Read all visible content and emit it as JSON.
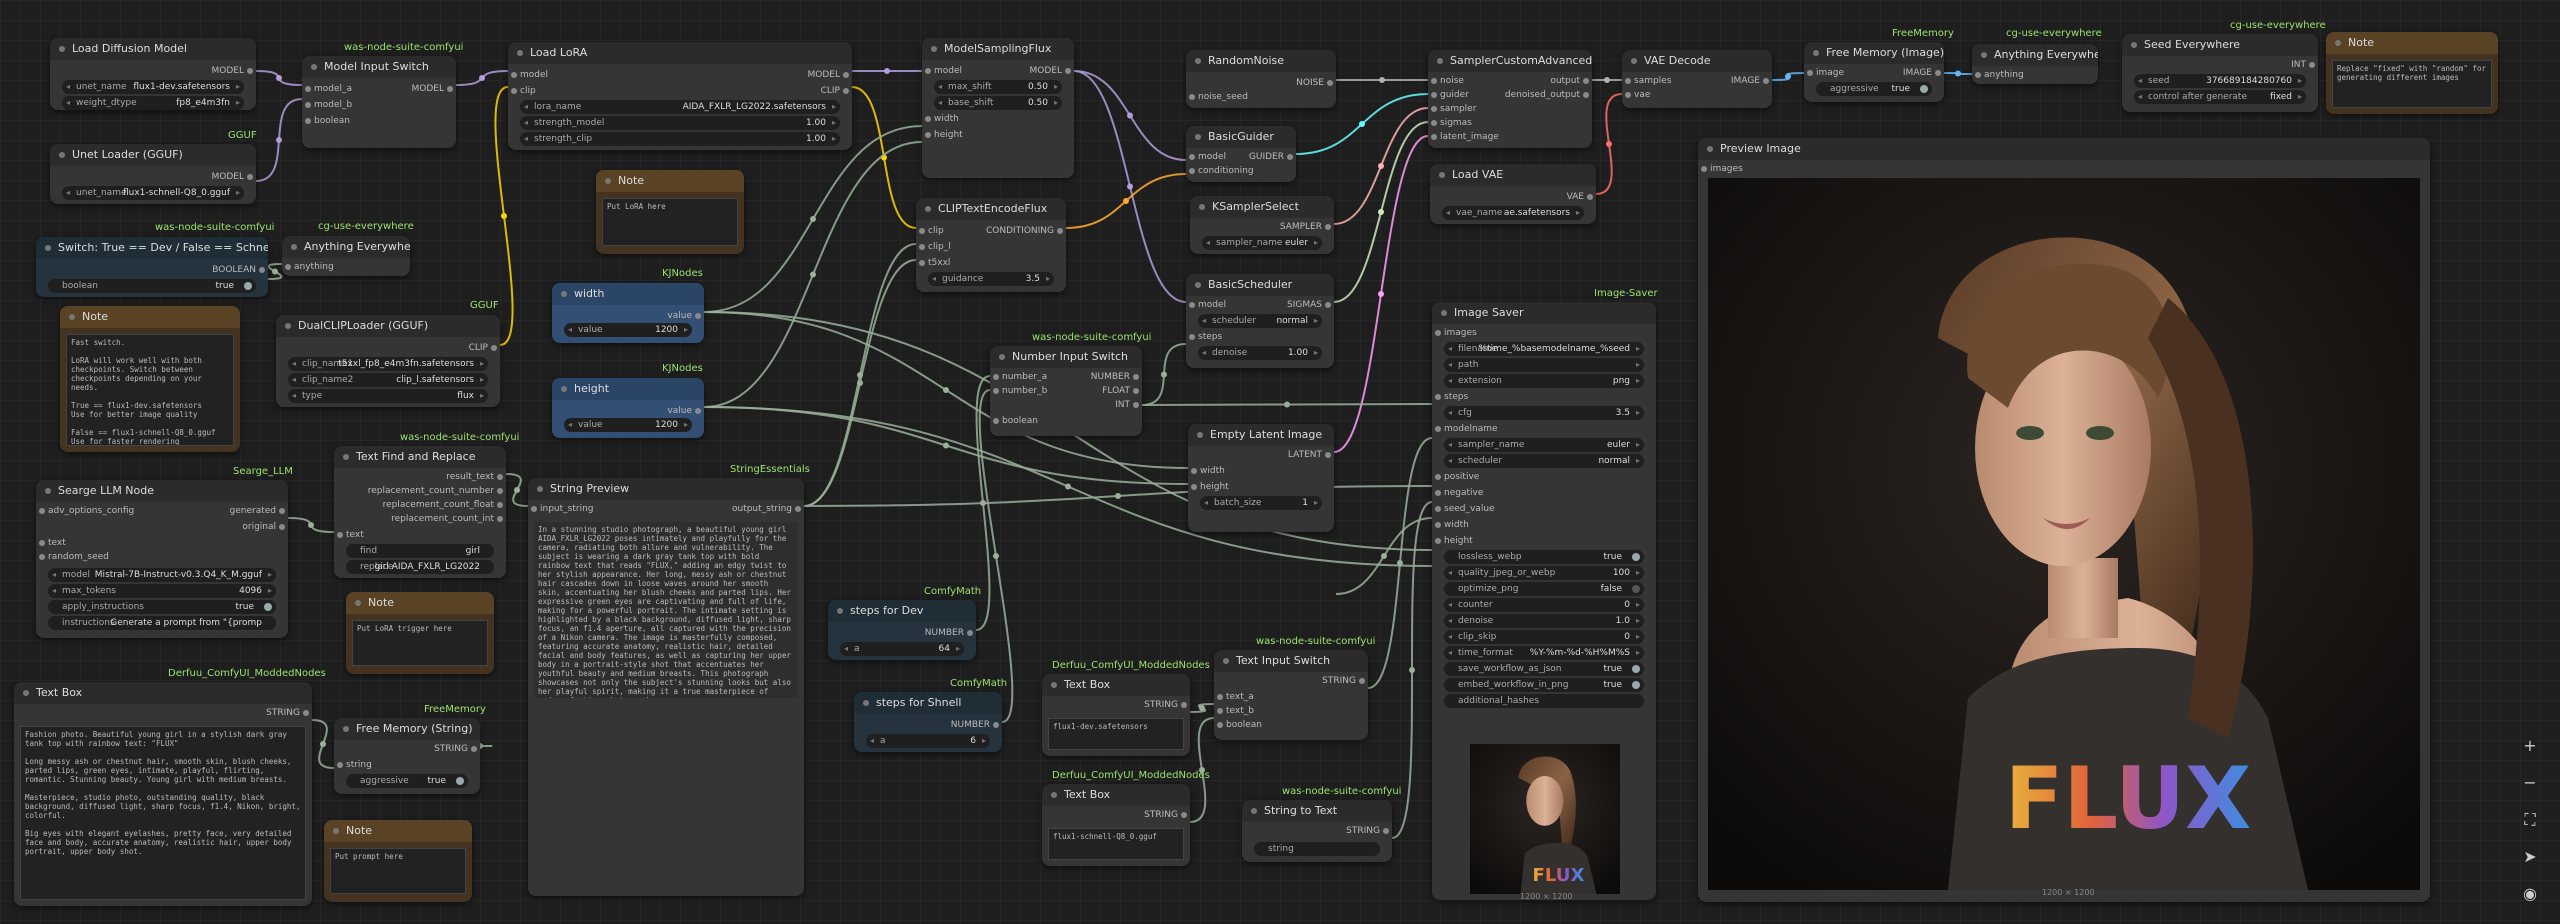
{
  "nodes": {
    "load_diffusion": {
      "title": "Load Diffusion Model",
      "out_model": "MODEL",
      "unet_name_l": "unet_name",
      "unet_name_v": "flux1-dev.safetensors",
      "weight_dtype_l": "weight_dtype",
      "weight_dtype_v": "fp8_e4m3fn"
    },
    "model_input_switch": {
      "badge": "was-node-suite-comfyui",
      "title": "Model Input Switch",
      "in_a": "model_a",
      "in_b": "model_b",
      "in_bool": "boolean",
      "out": "MODEL"
    },
    "unet_gguf": {
      "badge": "GGUF",
      "title": "Unet Loader (GGUF)",
      "out": "MODEL",
      "unet_l": "unet_name",
      "unet_v": "flux1-schnell-Q8_0.gguf"
    },
    "switch_dev": {
      "badge": "was-node-suite-comfyui",
      "title": "Switch: True == Dev / False == Schnell",
      "out": "BOOLEAN",
      "val_l": "boolean",
      "val_v": "true"
    },
    "anything1": {
      "badge": "cg-use-everywhere",
      "title": "Anything Everywhere",
      "in": "anything"
    },
    "note_fast": {
      "title": "Note",
      "text": "Fast switch.\n\nLoRA will work well with both checkpoints. Switch between checkpoints depending on your needs.\n\nTrue == flux1-dev.safetensors\nUse for better image quality\n\nFalse == flux1-schnell-Q8_0.gguf\nUse for faster rendering"
    },
    "dualclip": {
      "badge": "GGUF",
      "title": "DualCLIPLoader (GGUF)",
      "out": "CLIP",
      "c1_l": "clip_name1",
      "c1_v": "t5xxl_fp8_e4m3fn.safetensors",
      "c2_l": "clip_name2",
      "c2_v": "clip_l.safetensors",
      "type_l": "type",
      "type_v": "flux"
    },
    "load_lora": {
      "title": "Load LoRA",
      "in_model": "model",
      "in_clip": "clip",
      "out_model": "MODEL",
      "out_clip": "CLIP",
      "lora_l": "lora_name",
      "lora_v": "AIDA_FXLR_LG2022.safetensors",
      "sm_l": "strength_model",
      "sm_v": "1.00",
      "sc_l": "strength_clip",
      "sc_v": "1.00"
    },
    "note_lora": {
      "title": "Note",
      "text": "Put LoRA here"
    },
    "model_sampling": {
      "title": "ModelSamplingFlux",
      "in_model": "model",
      "in_width": "width",
      "in_height": "height",
      "out": "MODEL",
      "ms_l": "max_shift",
      "ms_v": "0.50",
      "bs_l": "base_shift",
      "bs_v": "0.50"
    },
    "clip_encode": {
      "title": "CLIPTextEncodeFlux",
      "in_clip": "clip",
      "in_clip_l": "clip_l",
      "in_t5": "t5xxl",
      "out": "CONDITIONING",
      "g_l": "guidance",
      "g_v": "3.5"
    },
    "width": {
      "badge": "KJNodes",
      "title": "width",
      "out": "value",
      "val_l": "value",
      "val_v": "1200"
    },
    "height": {
      "badge": "KJNodes",
      "title": "height",
      "out": "value",
      "val_l": "value",
      "val_v": "1200"
    },
    "random_noise": {
      "title": "RandomNoise",
      "out": "NOISE",
      "in": "noise_seed"
    },
    "basic_guider": {
      "title": "BasicGuider",
      "in_model": "model",
      "in_cond": "conditioning",
      "out": "GUIDER"
    },
    "ksampler_select": {
      "title": "KSamplerSelect",
      "out": "SAMPLER",
      "s_l": "sampler_name",
      "s_v": "euler"
    },
    "basic_scheduler": {
      "title": "BasicScheduler",
      "in_model": "model",
      "in_steps": "steps",
      "out": "SIGMAS",
      "sch_l": "scheduler",
      "sch_v": "normal",
      "d_l": "denoise",
      "d_v": "1.00"
    },
    "sampler_custom": {
      "title": "SamplerCustomAdvanced",
      "in_noise": "noise",
      "in_guider": "guider",
      "in_sampler": "sampler",
      "in_sigmas": "sigmas",
      "in_latent": "latent_image",
      "out1": "output",
      "out2": "denoised_output"
    },
    "vae_decode": {
      "title": "VAE Decode",
      "in_samples": "samples",
      "in_vae": "vae",
      "out": "IMAGE"
    },
    "load_vae": {
      "title": "Load VAE",
      "out": "VAE",
      "v_l": "vae_name",
      "v_v": "ae.safetensors"
    },
    "free_memory_img": {
      "badge": "FreeMemory",
      "title": "Free Memory (Image)",
      "in": "image",
      "out": "IMAGE",
      "ag_l": "aggressive",
      "ag_v": "true"
    },
    "anything2": {
      "badge": "cg-use-everywhere",
      "title": "Anything Everywhere",
      "in": "anything"
    },
    "seed_everywhere": {
      "badge": "cg-use-everywhere",
      "title": "Seed Everywhere",
      "out": "INT",
      "seed_l": "seed",
      "seed_v": "376689184280760",
      "cag_l": "control after generate",
      "cag_v": "fixed"
    },
    "note_seed": {
      "title": "Note",
      "text": "Replace \"fixed\" with \"random\" for generating different images"
    },
    "preview": {
      "title": "Preview Image",
      "in": "images",
      "dims": "1200 × 1200"
    },
    "image_saver": {
      "badge": "Image-Saver",
      "title": "Image Saver",
      "in_images": "images",
      "fn_l": "filename",
      "fn_v": "%time_%basemodelname_%seed",
      "path_l": "path",
      "path_v": "",
      "ext_l": "extension",
      "ext_v": "png",
      "in_steps": "steps",
      "cfg_l": "cfg",
      "cfg_v": "3.5",
      "in_modelname": "modelname",
      "sn_l": "sampler_name",
      "sn_v": "euler",
      "sch_l": "scheduler",
      "sch_v": "normal",
      "in_pos": "positive",
      "in_neg": "negative",
      "in_seed": "seed_value",
      "in_width": "width",
      "in_height": "height",
      "lw_l": "lossless_webp",
      "lw_v": "true",
      "q_l": "quality_jpeg_or_webp",
      "q_v": "100",
      "op_l": "optimize_png",
      "op_v": "false",
      "cn_l": "counter",
      "cn_v": "0",
      "dn_l": "denoise",
      "dn_v": "1.0",
      "cs_l": "clip_skip",
      "cs_v": "0",
      "tf_l": "time_format",
      "tf_v": "%Y-%m-%d-%H%M%S",
      "sj_l": "save_workflow_as_json",
      "sj_v": "true",
      "ew_l": "embed_workflow_in_png",
      "ew_v": "true",
      "ah_l": "additional_hashes",
      "ah_v": "",
      "dims": "1200 × 1200"
    },
    "empty_latent": {
      "title": "Empty Latent Image",
      "in_width": "width",
      "in_height": "height",
      "out": "LATENT",
      "b_l": "batch_size",
      "b_v": "1"
    },
    "number_switch": {
      "badge": "was-node-suite-comfyui",
      "title": "Number Input Switch",
      "in_a": "number_a",
      "in_b": "number_b",
      "in_bool": "boolean",
      "out1": "NUMBER",
      "out2": "FLOAT",
      "out3": "INT"
    },
    "searge": {
      "badge": "Searge_LLM",
      "title": "Searge LLM Node",
      "in_adv": "adv_options_config",
      "in_text": "text",
      "in_seed": "random_seed",
      "out1": "generated",
      "out2": "original",
      "m_l": "model",
      "m_v": "Mistral-7B-Instruct-v0.3.Q4_K_M.gguf",
      "mt_l": "max_tokens",
      "mt_v": "4096",
      "ai_l": "apply_instructions",
      "ai_v": "true",
      "ins_l": "instructions",
      "ins_v": "Generate a prompt from \"{promp"
    },
    "text_find": {
      "badge": "was-node-suite-comfyui",
      "title": "Text Find and Replace",
      "in_text": "text",
      "out1": "result_text",
      "out2": "replacement_count_number",
      "out3": "replacement_count_float",
      "out4": "replacement_count_int",
      "f_l": "find",
      "f_v": "girl",
      "r_l": "replace",
      "r_v": "girl AIDA_FXLR_LG2022"
    },
    "note_trigger": {
      "title": "Note",
      "text": "Put LoRA trigger here"
    },
    "string_preview": {
      "badge": "StringEssentials",
      "title": "String Preview",
      "in": "input_string",
      "out": "output_string",
      "text": "In a stunning studio photograph, a beautiful young girl AIDA_FXLR_LG2022 poses intimately and playfully for the camera, radiating both allure and vulnerability. The subject is wearing a dark gray tank top with bold rainbow text that reads \"FLUX,\" adding an edgy twist to her stylish appearance. Her long, messy ash or chestnut hair cascades down in loose waves around her smooth skin, accentuating her blush cheeks and parted lips. Her expressive green eyes are captivating and full of life, making for a powerful portrait. The intimate setting is highlighted by a black background, diffused light, sharp focus, an f1.4 aperture, all captured with the precision of a Nikon camera. The image is masterfully composed, featuring accurate anatomy, realistic hair, detailed facial and body features, as well as capturing her upper body in a portrait-style shot that accentuates her youthful beauty and medium breasts. This photograph showcases not only the subject's stunning looks but also her playful spirit, making it a true masterpiece of modern fashion photography."
    },
    "text_box1": {
      "badge": "Derfuu_ComfyUI_ModdedNodes",
      "title": "Text Box",
      "out": "STRING",
      "text": "Fashion photo. Beautiful young girl in a stylish dark gray tank top with rainbow text: \"FLUX\"\n\nLong messy ash or chestnut hair, smooth skin, blush cheeks, parted lips, green eyes, intimate, playful, flirting, romantic. Stunning beauty. Young girl with medium breasts.\n\nMasterpiece, studio photo, outstanding quality, black background, diffused light, sharp focus, f1.4, Nikon, bright, colorful.\n\nBig eyes with elegant eyelashes, pretty face, very detailed face and body, accurate anatomy, realistic hair, upper body portrait, upper body shot."
    },
    "free_memory_str": {
      "badge": "FreeMemory",
      "title": "Free Memory (String)",
      "in": "string",
      "out": "STRING",
      "ag_l": "aggressive",
      "ag_v": "true"
    },
    "note_prompt": {
      "title": "Note",
      "text": "Put prompt here"
    },
    "steps_dev": {
      "badge": "ComfyMath",
      "title": "steps for Dev",
      "out": "NUMBER",
      "a_l": "a",
      "a_v": "64"
    },
    "steps_schnell": {
      "badge": "ComfyMath",
      "title": "steps for Shnell",
      "out": "NUMBER",
      "a_l": "a",
      "a_v": "6"
    },
    "text_box2": {
      "badge": "Derfuu_ComfyUI_ModdedNodes",
      "title": "Text Box",
      "out": "STRING",
      "text": "flux1-dev.safetensors"
    },
    "text_box3": {
      "badge": "Derfuu_ComfyUI_ModdedNodes",
      "title": "Text Box",
      "out": "STRING",
      "text": "flux1-schnell-Q8_0.gguf"
    },
    "text_input_switch": {
      "badge": "was-node-suite-comfyui",
      "title": "Text Input Switch",
      "in_a": "text_a",
      "in_b": "text_b",
      "in_bool": "boolean",
      "out": "STRING"
    },
    "string_to_text": {
      "badge": "was-node-suite-comfyui",
      "title": "String to Text",
      "out": "STRING",
      "s_v": "string"
    }
  },
  "image": {
    "shirt_text": "FLUX"
  },
  "colors": {
    "model": "#b39ddb",
    "clip": "#ffd500",
    "conditioning": "#ffa931",
    "noise": "#b0b0b0",
    "guider": "#66ffff",
    "sampler": "#ffb0b0",
    "sigmas": "#cfe8c0",
    "latent": "#ff9cf9",
    "vae": "#ff6e6e",
    "image": "#64b5f6",
    "generic": "#9ab09a"
  },
  "toolbar": [
    "plus-icon",
    "minus-icon",
    "fit-view-icon",
    "locate-icon",
    "eye-icon"
  ]
}
